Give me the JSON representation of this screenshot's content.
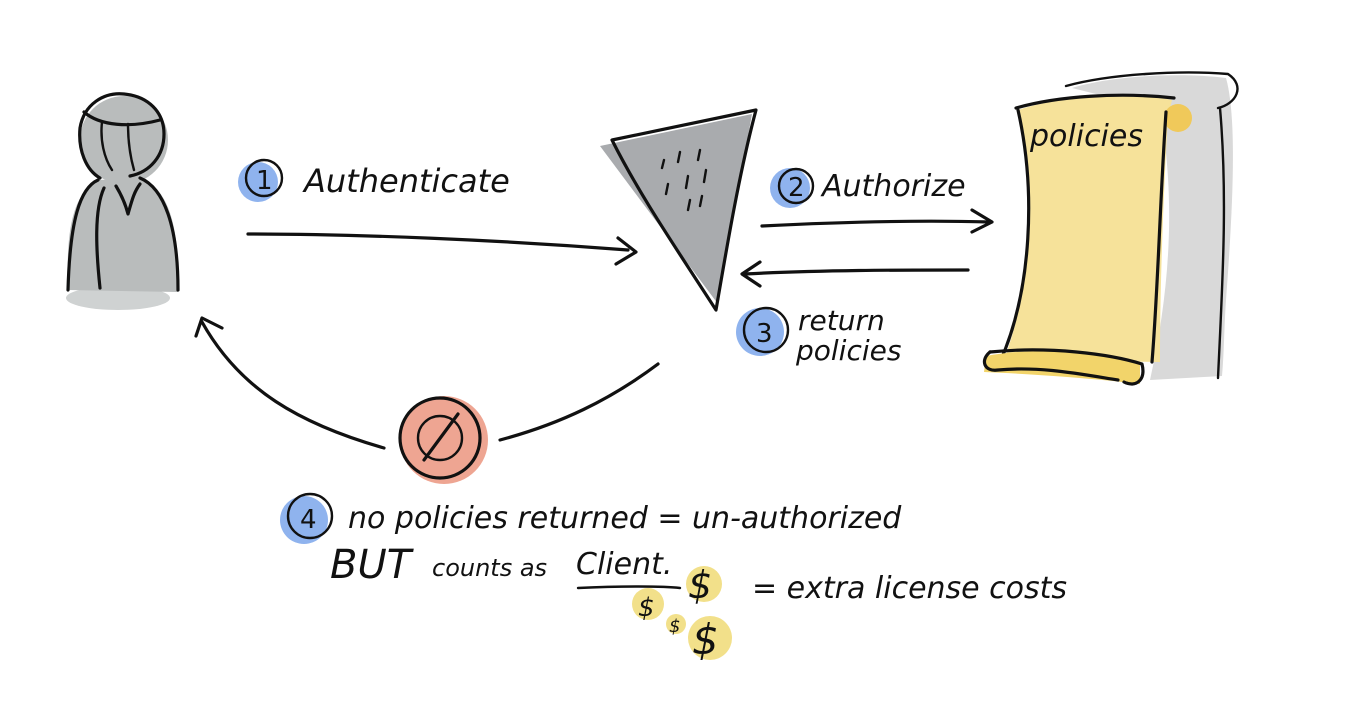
{
  "steps": [
    {
      "number": "1",
      "label": "Authenticate"
    },
    {
      "number": "2",
      "label": "Authorize"
    },
    {
      "number": "3",
      "label_line1": "return",
      "label_line2": "policies"
    },
    {
      "number": "4",
      "label": "no policies returned = un-authorized"
    }
  ],
  "scroll": {
    "label": "policies"
  },
  "note": {
    "but": "BUT",
    "counts_as": "counts as",
    "client": "Client.",
    "dollar": "$",
    "equals_text": "= extra license costs"
  },
  "colors": {
    "step_badge": "#8fb3ee",
    "scroll_fill": "#f6e29a",
    "scroll_shadow": "#d9d9d9",
    "person_fill": "#b9bcbc",
    "gateway_fill": "#a9abae",
    "deny_badge": "#eea592",
    "coin": "#f2e08a"
  },
  "icons": [
    "user-icon",
    "gateway-icon",
    "policy-scroll-icon",
    "forbidden-icon",
    "coin-icon"
  ]
}
